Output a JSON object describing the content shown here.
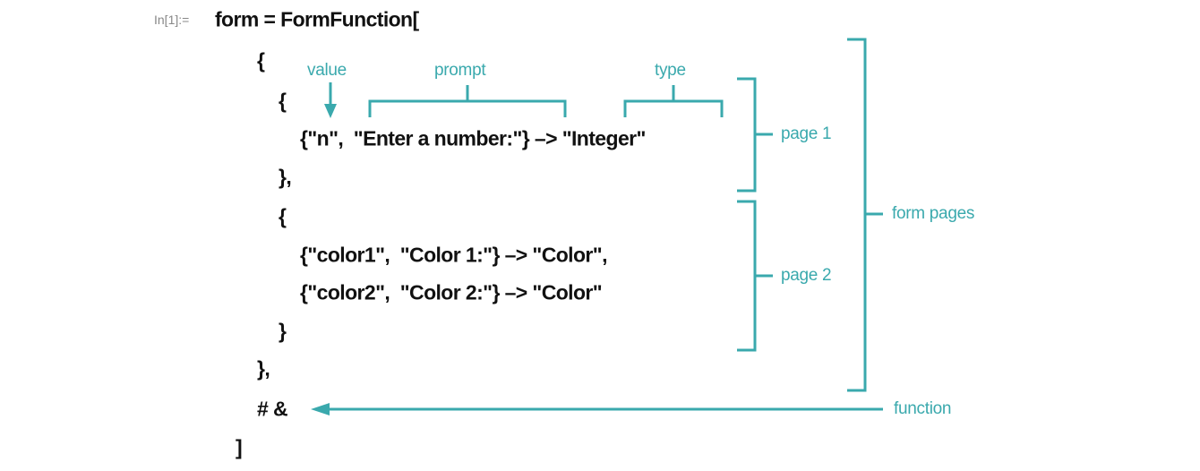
{
  "input_label": "In[1]:=",
  "code_lines": [
    "form = FormFunction[",
    "{",
    "{",
    "{\"n\",  \"Enter a number:\"} –> \"Integer\"",
    "},",
    "{",
    "{\"color1\",  \"Color 1:\"} –> \"Color\",",
    "{\"color2\",  \"Color 2:\"} –> \"Color\"",
    "}",
    "},",
    "# &",
    "]"
  ],
  "annotations": {
    "value": "value",
    "prompt": "prompt",
    "type": "type",
    "page1": "page 1",
    "page2": "page 2",
    "form_pages": "form pages",
    "function": "function"
  },
  "colors": {
    "accent": "#3aa9ad",
    "code": "#111111"
  }
}
